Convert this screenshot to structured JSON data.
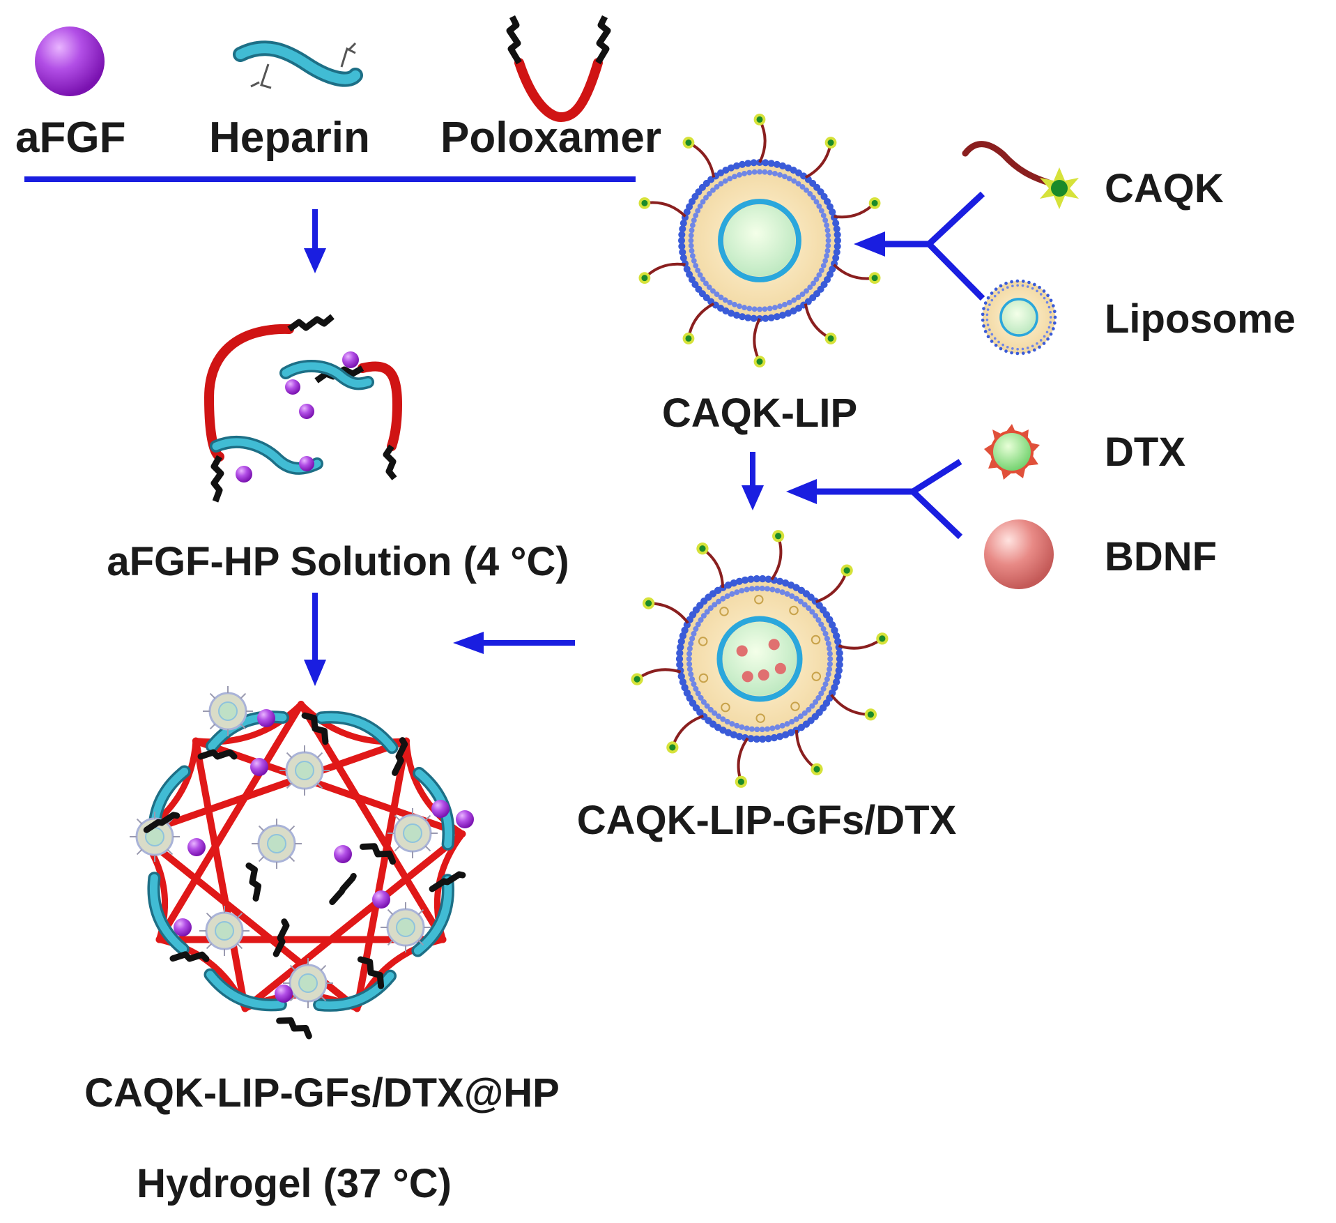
{
  "legend": {
    "afgf": "aFGF",
    "heparin": "Heparin",
    "poloxamer": "Poloxamer",
    "caqk": "CAQK",
    "liposome": "Liposome",
    "dtx": "DTX",
    "bdnf": "BDNF"
  },
  "stages": {
    "caqk_lip": "CAQK-LIP",
    "solution": "aFGF-HP Solution (4 °C)",
    "loaded": "CAQK-LIP-GFs/DTX",
    "hydrogel_line1": "CAQK-LIP-GFs/DTX@HP",
    "hydrogel_line2": "Hydrogel (37 °C)"
  },
  "colors": {
    "arrow": "#1a1ee0",
    "afgf": "#a52fd8",
    "heparin": "#3cb4cc",
    "poloxamer": "#e01818",
    "bdnf": "#e07070",
    "lipid": "#3a5bd8",
    "core": "#f3dca8"
  }
}
